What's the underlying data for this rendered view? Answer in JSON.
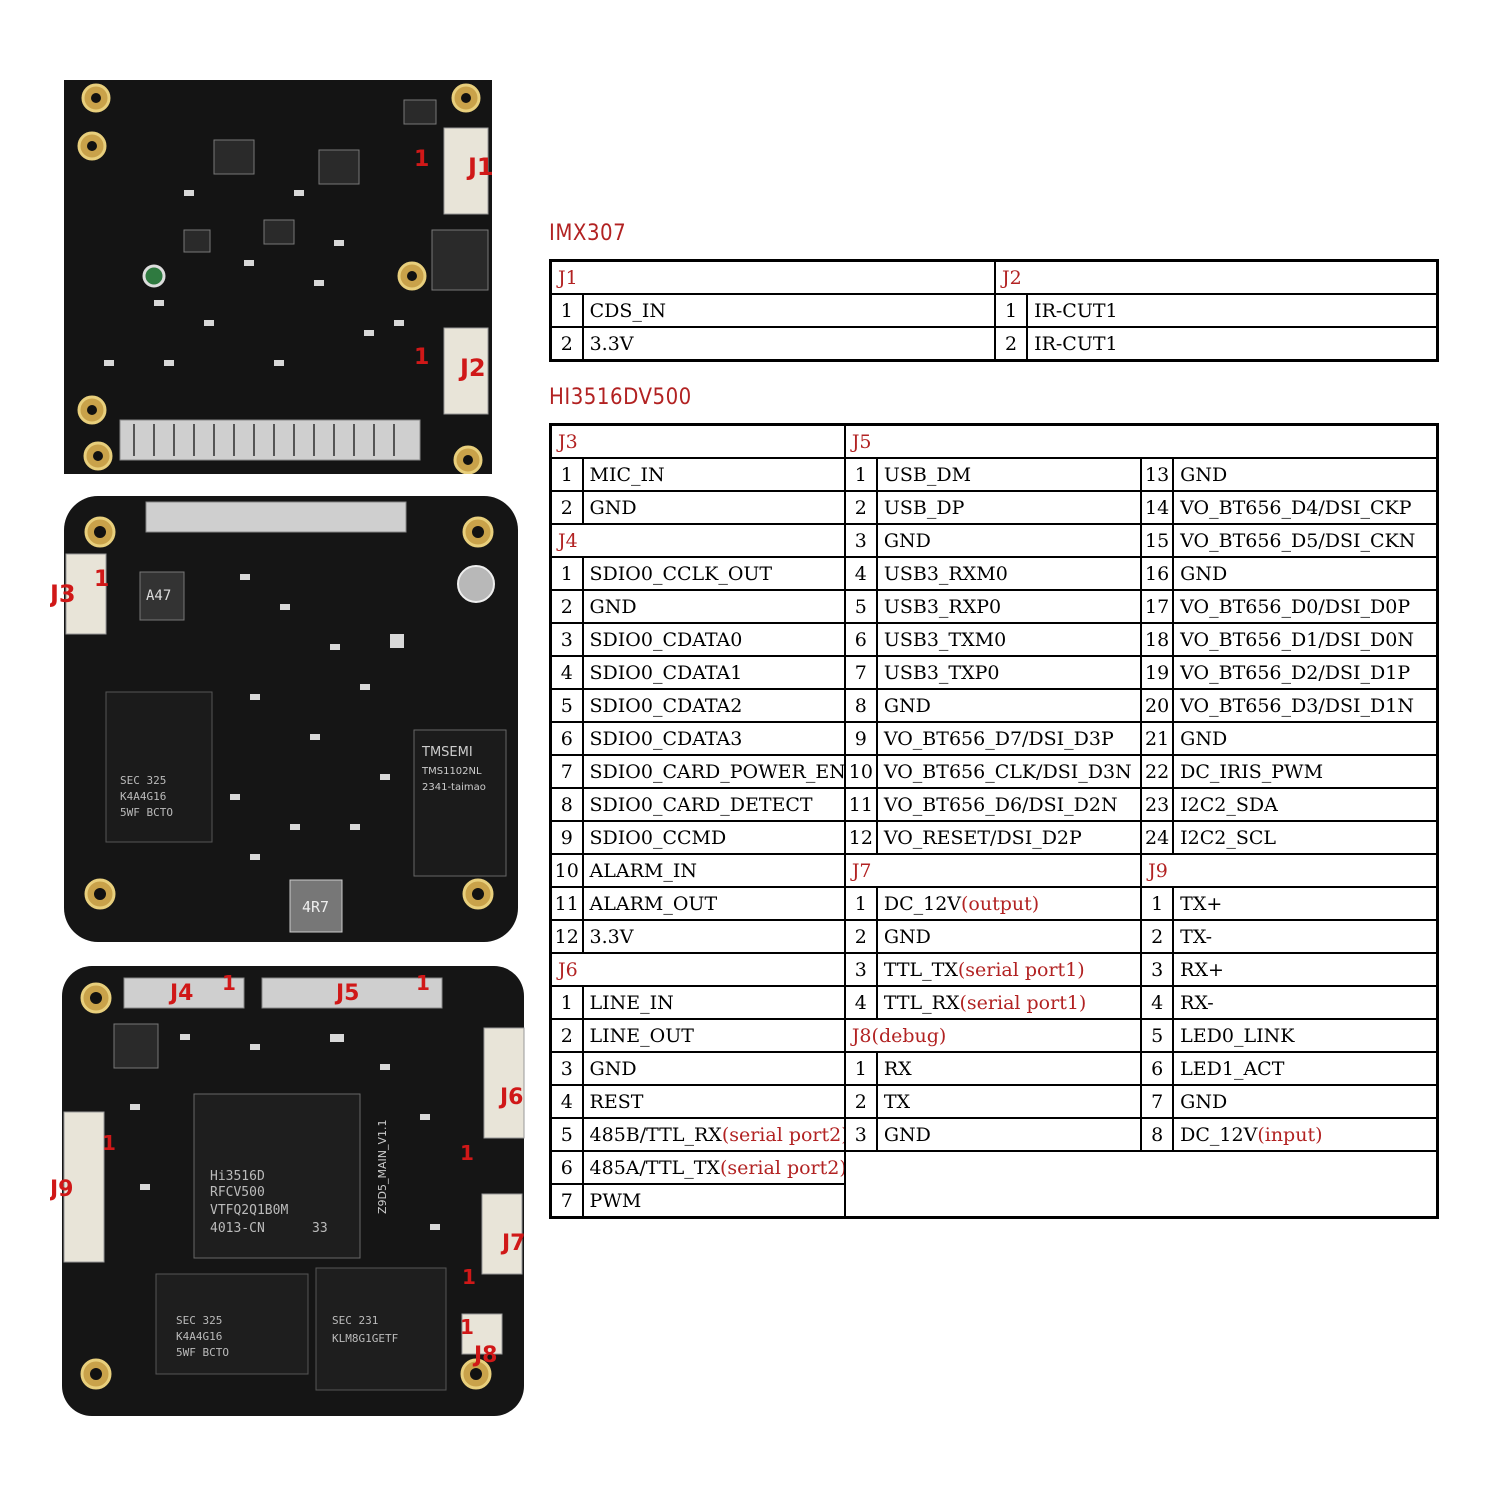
{
  "boards": {
    "imx307": {
      "labels": [
        "J1",
        "1",
        "J2",
        "1"
      ]
    },
    "hi3516_top": {
      "labels": [
        "J3",
        "1"
      ],
      "chips": [
        "A47",
        "TMSEMI",
        "TMS1102NL",
        "2341-taimao",
        "SEC 325",
        "K4A4G16",
        "5WF BCTO",
        "4R7"
      ]
    },
    "hi3516_bottom": {
      "labels": [
        "J4",
        "1",
        "J5",
        "1",
        "J6",
        "1",
        "J9",
        "1",
        "J7",
        "1",
        "J8",
        "1"
      ],
      "chips": [
        "Hi3516D",
        "RFCV500",
        "VTFQ2Q1B0M",
        "4013-CN",
        "33",
        "Z9D5_MAIN_V1.1",
        "SEC 325",
        "K4A4G16",
        "5WF BCTO",
        "SEC 231",
        "KLM8G1GETF"
      ]
    }
  },
  "imx307": {
    "title": "IMX307",
    "j1": {
      "name": "J1",
      "pins": [
        {
          "n": "1",
          "s": "CDS_IN"
        },
        {
          "n": "2",
          "s": "3.3V"
        }
      ]
    },
    "j2": {
      "name": "J2",
      "pins": [
        {
          "n": "1",
          "s": "IR-CUT1"
        },
        {
          "n": "2",
          "s": "IR-CUT1"
        }
      ]
    }
  },
  "hi3516": {
    "title": "HI3516DV500",
    "j3": {
      "name": "J3",
      "pins": [
        {
          "n": "1",
          "s": "MIC_IN"
        },
        {
          "n": "2",
          "s": "GND"
        }
      ]
    },
    "j4": {
      "name": "J4",
      "pins": [
        {
          "n": "1",
          "s": "SDIO0_CCLK_OUT"
        },
        {
          "n": "2",
          "s": "GND"
        },
        {
          "n": "3",
          "s": "SDIO0_CDATA0"
        },
        {
          "n": "4",
          "s": "SDIO0_CDATA1"
        },
        {
          "n": "5",
          "s": "SDIO0_CDATA2"
        },
        {
          "n": "6",
          "s": "SDIO0_CDATA3"
        },
        {
          "n": "7",
          "s": "SDIO0_CARD_POWER_EN"
        },
        {
          "n": "8",
          "s": "SDIO0_CARD_DETECT"
        },
        {
          "n": "9",
          "s": "SDIO0_CCMD"
        },
        {
          "n": "10",
          "s": "ALARM_IN"
        },
        {
          "n": "11",
          "s": "ALARM_OUT"
        },
        {
          "n": "12",
          "s": "3.3V"
        }
      ]
    },
    "j6": {
      "name": "J6",
      "pins": [
        {
          "n": "1",
          "s": "LINE_IN"
        },
        {
          "n": "2",
          "s": "LINE_OUT"
        },
        {
          "n": "3",
          "s": "GND"
        },
        {
          "n": "4",
          "s": "REST"
        },
        {
          "n": "5",
          "s": "485B/TTL_RX",
          "note": "(serial port2)"
        },
        {
          "n": "6",
          "s": "485A/TTL_TX",
          "note": "(serial port2)"
        },
        {
          "n": "7",
          "s": "PWM"
        }
      ]
    },
    "j5": {
      "name": "J5",
      "pins": [
        {
          "n": "1",
          "s": "USB_DM"
        },
        {
          "n": "2",
          "s": "USB_DP"
        },
        {
          "n": "3",
          "s": "GND"
        },
        {
          "n": "4",
          "s": "USB3_RXM0"
        },
        {
          "n": "5",
          "s": "USB3_RXP0"
        },
        {
          "n": "6",
          "s": "USB3_TXM0"
        },
        {
          "n": "7",
          "s": "USB3_TXP0"
        },
        {
          "n": "8",
          "s": "GND"
        },
        {
          "n": "9",
          "s": "VO_BT656_D7/DSI_D3P"
        },
        {
          "n": "10",
          "s": "VO_BT656_CLK/DSI_D3N"
        },
        {
          "n": "11",
          "s": "VO_BT656_D6/DSI_D2N"
        },
        {
          "n": "12",
          "s": "VO_RESET/DSI_D2P"
        },
        {
          "n": "13",
          "s": "GND"
        },
        {
          "n": "14",
          "s": "VO_BT656_D4/DSI_CKP"
        },
        {
          "n": "15",
          "s": "VO_BT656_D5/DSI_CKN"
        },
        {
          "n": "16",
          "s": "GND"
        },
        {
          "n": "17",
          "s": "VO_BT656_D0/DSI_D0P"
        },
        {
          "n": "18",
          "s": "VO_BT656_D1/DSI_D0N"
        },
        {
          "n": "19",
          "s": "VO_BT656_D2/DSI_D1P"
        },
        {
          "n": "20",
          "s": "VO_BT656_D3/DSI_D1N"
        },
        {
          "n": "21",
          "s": "GND"
        },
        {
          "n": "22",
          "s": "DC_IRIS_PWM"
        },
        {
          "n": "23",
          "s": "I2C2_SDA"
        },
        {
          "n": "24",
          "s": "I2C2_SCL"
        }
      ]
    },
    "j7": {
      "name": "J7",
      "pins": [
        {
          "n": "1",
          "s": "DC_12V",
          "note": "(output)"
        },
        {
          "n": "2",
          "s": "GND"
        },
        {
          "n": "3",
          "s": "TTL_TX",
          "note": "(serial port1)"
        },
        {
          "n": "4",
          "s": "TTL_RX",
          "note": "(serial port1)"
        }
      ]
    },
    "j8": {
      "name": "J8",
      "note": "(debug)",
      "pins": [
        {
          "n": "1",
          "s": "RX"
        },
        {
          "n": "2",
          "s": "TX"
        },
        {
          "n": "3",
          "s": "GND"
        }
      ]
    },
    "j9": {
      "name": "J9",
      "pins": [
        {
          "n": "1",
          "s": "TX+"
        },
        {
          "n": "2",
          "s": "TX-"
        },
        {
          "n": "3",
          "s": "RX+"
        },
        {
          "n": "4",
          "s": "RX-"
        },
        {
          "n": "5",
          "s": "LED0_LINK"
        },
        {
          "n": "6",
          "s": "LED1_ACT"
        },
        {
          "n": "7",
          "s": "GND"
        },
        {
          "n": "8",
          "s": "DC_12V",
          "note": "(input)"
        }
      ]
    }
  }
}
